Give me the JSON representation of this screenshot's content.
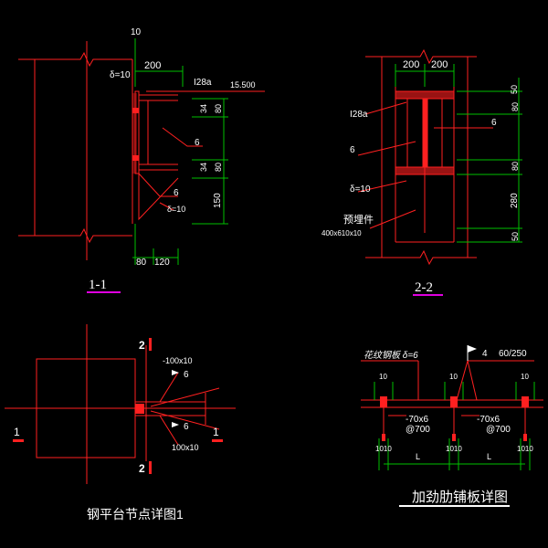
{
  "colors": {
    "background": "#000000",
    "line": "#ff2020",
    "text": "#ffffff",
    "dimension": "#00c000",
    "title_underline": "#e000e0",
    "flag": "#ffffff"
  },
  "section_1": {
    "title": "1-1",
    "top_dim": "10",
    "plate_thk": "δ=10",
    "width_dim": "200",
    "beam_label": "I28a",
    "elevation": "15.500",
    "weld_34_a": "34",
    "weld_80_a": "80",
    "weld_6_mid": "6",
    "weld_34_b": "34",
    "weld_80_b": "80",
    "bracket_weld": "6",
    "bracket_thk": "δ=10",
    "height_dim": "150",
    "bottom_dim_a": "80",
    "bottom_dim_b": "120"
  },
  "section_2": {
    "title": "2-2",
    "width_left": "200",
    "width_right": "200",
    "beam_label": "I28a",
    "weld_right": "6",
    "weld_left": "6",
    "plate_thk": "δ=10",
    "embed_label": "预埋件",
    "embed_size": "400x610x10",
    "dim_80_top": "80",
    "dim_50": "50",
    "dim_80_mid": "80",
    "dim_280": "280",
    "dim_50_bottom": "50"
  },
  "plan_view": {
    "title": "钢平台节点详图1",
    "plate_a": "-100x10",
    "weld_a": "6",
    "weld_b": "6",
    "plate_b": "100x10",
    "mark_2_top": "2",
    "mark_2_bottom": "2",
    "mark_1_left": "1",
    "mark_1_right": "1"
  },
  "stiffener_detail": {
    "title": "加劲肋铺板详图",
    "plate_label": "花纹钢板 δ=6",
    "weld_label": "4",
    "weld_spec": "60/250",
    "rib_left": "-70x6",
    "rib_left_spacing": "@700",
    "rib_right": "-70x6",
    "rib_right_spacing": "@700",
    "top_10_a": "10",
    "top_10_b": "10",
    "top_10_c": "10",
    "bot_1010_a": "1010",
    "bot_1010_b": "1010",
    "bot_1010_c": "1010",
    "span_a": "L",
    "span_b": "L"
  }
}
